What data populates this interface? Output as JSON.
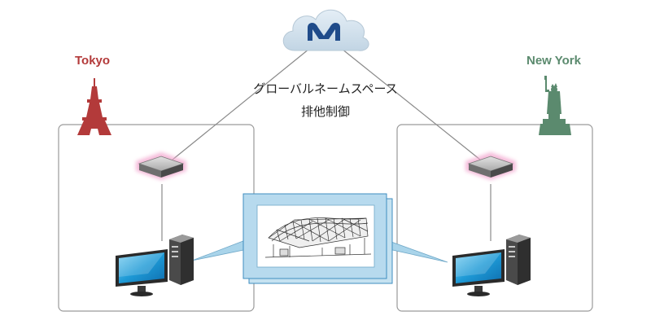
{
  "sites": {
    "left": {
      "name": "Tokyo"
    },
    "right": {
      "name": "New York"
    }
  },
  "namespace": {
    "title": "グローバルネームスペース",
    "subtitle": "排他制御"
  },
  "colors": {
    "tokyo": "#b33a3a",
    "new_york": "#5b8a6e",
    "cloud": "#cfdfea",
    "logo": "#1f4b8a",
    "link": "#8a8a8a",
    "device_glow": "#f3a6cf",
    "monitor": "#1fa2d8",
    "popup": "#a9d4ea"
  },
  "icons": {
    "cloud": "cloud-icon",
    "logo": "m-logo-icon",
    "tokyo": "tokyo-tower-icon",
    "new_york": "statue-of-liberty-icon",
    "storage": "storage-appliance-icon",
    "workstation": "workstation-icon",
    "cad": "building-structure-cad-icon"
  }
}
